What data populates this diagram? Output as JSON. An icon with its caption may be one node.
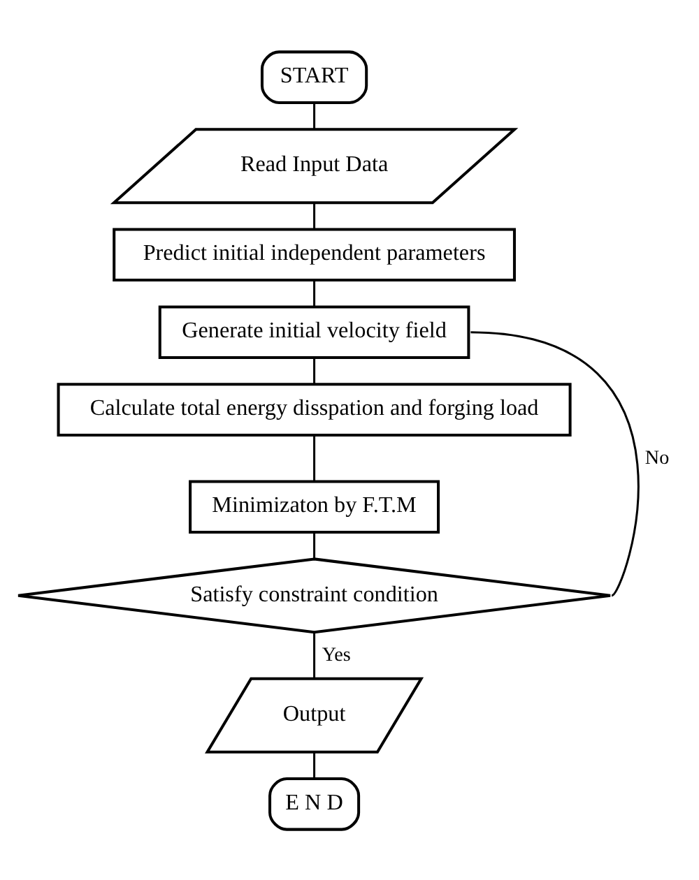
{
  "diagram": {
    "nodes": [
      {
        "text": [
          "START"
        ]
      },
      {
        "text": [
          "Read Input Data"
        ]
      },
      {
        "text": [
          "Predict initial independent parameters"
        ]
      },
      {
        "text": [
          "Generate initial velocity field"
        ]
      },
      {
        "text": [
          "Calculate total energy disspation and forging load"
        ]
      },
      {
        "text": [
          "Minimizaton by F.T.M"
        ]
      },
      {
        "text": [
          "Satisfy constraint condition"
        ]
      },
      {
        "text": [
          "Output"
        ]
      },
      {
        "text": [
          "E N D"
        ]
      }
    ],
    "edges": [
      {
        "from": 0,
        "to": 1,
        "arrow": "none"
      },
      {
        "from": 1,
        "to": 2,
        "arrow": "none"
      },
      {
        "from": 2,
        "to": 3,
        "arrow": "none"
      },
      {
        "from": 3,
        "to": 4,
        "arrow": "none"
      },
      {
        "from": 4,
        "to": 5,
        "arrow": "none"
      },
      {
        "from": 5,
        "to": 6,
        "arrow": "none"
      },
      {
        "from": 6,
        "to": 7,
        "label": "Yes",
        "arrow": "none"
      },
      {
        "from": 7,
        "to": 8,
        "arrow": "none"
      },
      {
        "from": 6,
        "to": 3,
        "label": "No",
        "arrow": "none"
      }
    ]
  }
}
